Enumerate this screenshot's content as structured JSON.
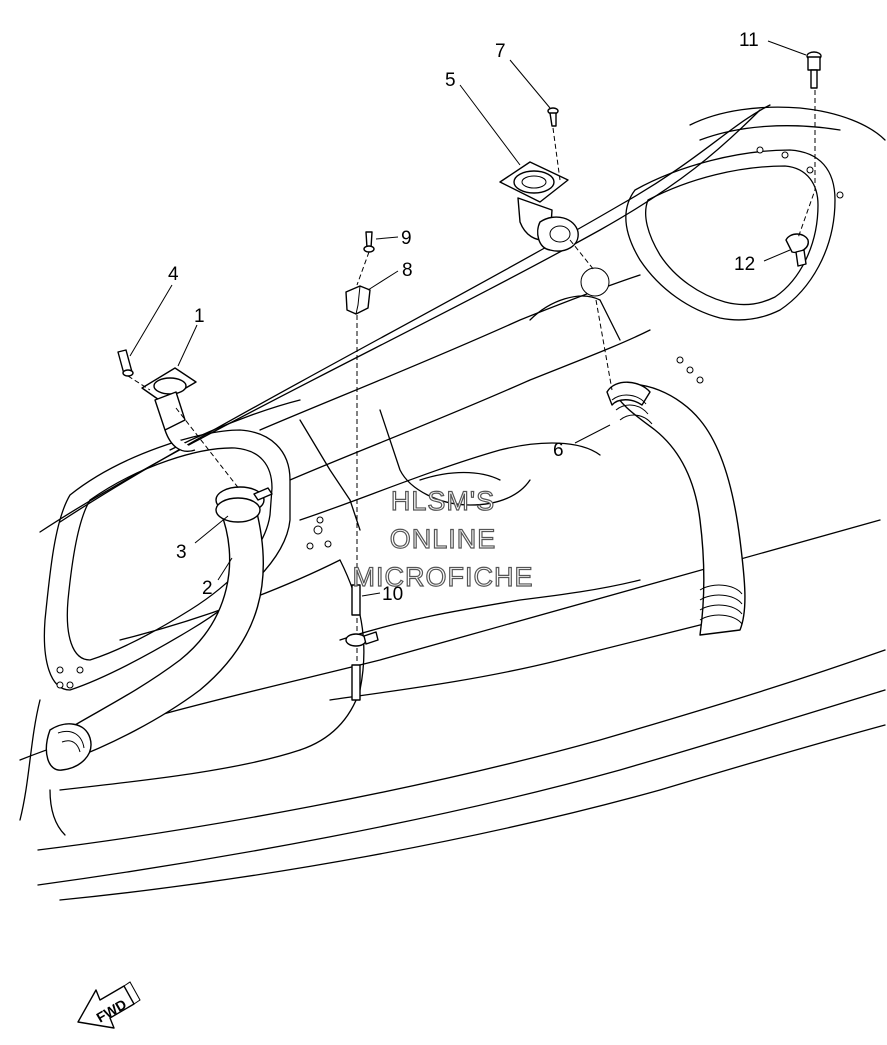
{
  "callouts": {
    "c1": "1",
    "c2": "2",
    "c3": "3",
    "c4": "4",
    "c5": "5",
    "c6": "6",
    "c7": "7",
    "c8": "8",
    "c9": "9",
    "c10": "10",
    "c11": "11",
    "c12": "12"
  },
  "watermark": {
    "line1": "HLSM'S",
    "line2": "ONLINE",
    "line3": "MICROFICHE"
  },
  "direction_arrow": {
    "label": "FWD"
  }
}
